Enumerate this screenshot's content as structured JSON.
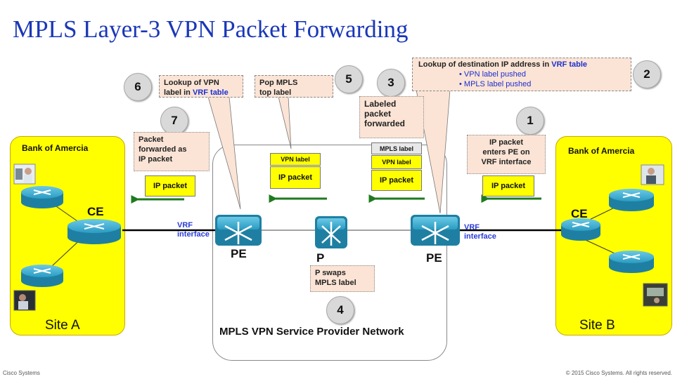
{
  "title": "MPLS Layer-3  VPN Packet Forwarding",
  "site_a": {
    "name": "Bank of Amercia",
    "label": "Site A",
    "router_label": "CE"
  },
  "site_b": {
    "name": "Bank of Amercia",
    "label": "Site B",
    "router_label": "CE"
  },
  "provider": {
    "label": "MPLS VPN Service Provider  Network",
    "pe_left": "PE",
    "p": "P",
    "pe_right": "PE"
  },
  "vrf_interface_left": [
    "VRF",
    "interface"
  ],
  "vrf_interface_right": [
    "VRF",
    "interface"
  ],
  "steps": [
    "1",
    "2",
    "3",
    "4",
    "5",
    "6",
    "7"
  ],
  "notes": {
    "step1": [
      "IP packet",
      "enters PE on",
      "VRF interface"
    ],
    "step2_heading_prefix": "Lookup  of destination  IP address in ",
    "step2_heading_vrf": "VRF table",
    "step2_bullets": [
      "VPN label pushed",
      "MPLS label pushed"
    ],
    "step3": [
      "Labeled",
      "packet",
      "forwarded"
    ],
    "step4": [
      "P swaps",
      "MPLS  label"
    ],
    "step5": [
      "Pop MPLS",
      "top label"
    ],
    "step6_line1": "Lookup  of VPN",
    "step6_line2_prefix": "label in ",
    "step6_line2_vrf": "VRF table",
    "step7": [
      "Packet",
      "forwarded as",
      "IP packet"
    ]
  },
  "packets": {
    "right_ip": "IP packet",
    "stack3_mpls": "MPLS label",
    "stack3_vpn": "VPN label",
    "stack3_ip": "IP packet",
    "stack5_vpn": "VPN label",
    "stack5_ip": "IP packet",
    "left_ip": "IP packet"
  },
  "footer": {
    "left": "Cisco Systems",
    "right": "© 2015 Cisco Systems. All rights reserved."
  },
  "colors": {
    "site_bg": "#ffff00",
    "note_bg": "#fbe4d5",
    "arrow": "#1e7a1e",
    "router": "#2aa3c8",
    "title": "#1a37b8"
  },
  "icons": [
    "router-icon",
    "user-photo-icon",
    "green-arrow-left-icon"
  ]
}
